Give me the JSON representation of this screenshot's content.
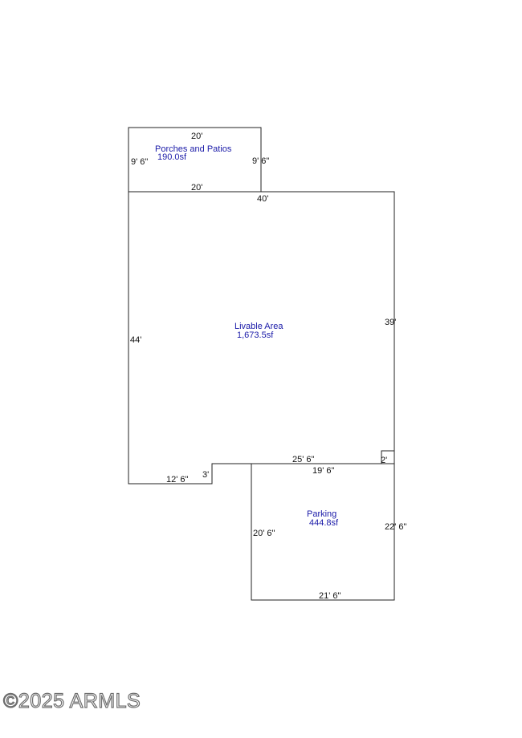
{
  "areas": {
    "porches": {
      "name": "Porches and Patios",
      "size": "190.0sf"
    },
    "livable": {
      "name": "Livable Area",
      "size": "1,673.5sf"
    },
    "parking": {
      "name": "Parking",
      "size": "444.8sf"
    }
  },
  "dimensions": {
    "porch_top": "20'",
    "porch_left": "9' 6\"",
    "porch_right": "9' 6\"",
    "porch_bottom": "20'",
    "livable_top": "40'",
    "livable_right": "39'",
    "livable_left": "44'",
    "livable_bottom_left": "12' 6\"",
    "notch_step": "3'",
    "livable_bottom_mid": "25' 6\"",
    "right_step": "2'",
    "parking_top": "19' 6\"",
    "parking_left": "20' 6\"",
    "parking_right": "22' 6\"",
    "parking_bottom": "21' 6\""
  },
  "copyright": "©2025 ARMLS",
  "colors": {
    "area_label": "#1a1aa8",
    "wall": "#222222"
  }
}
